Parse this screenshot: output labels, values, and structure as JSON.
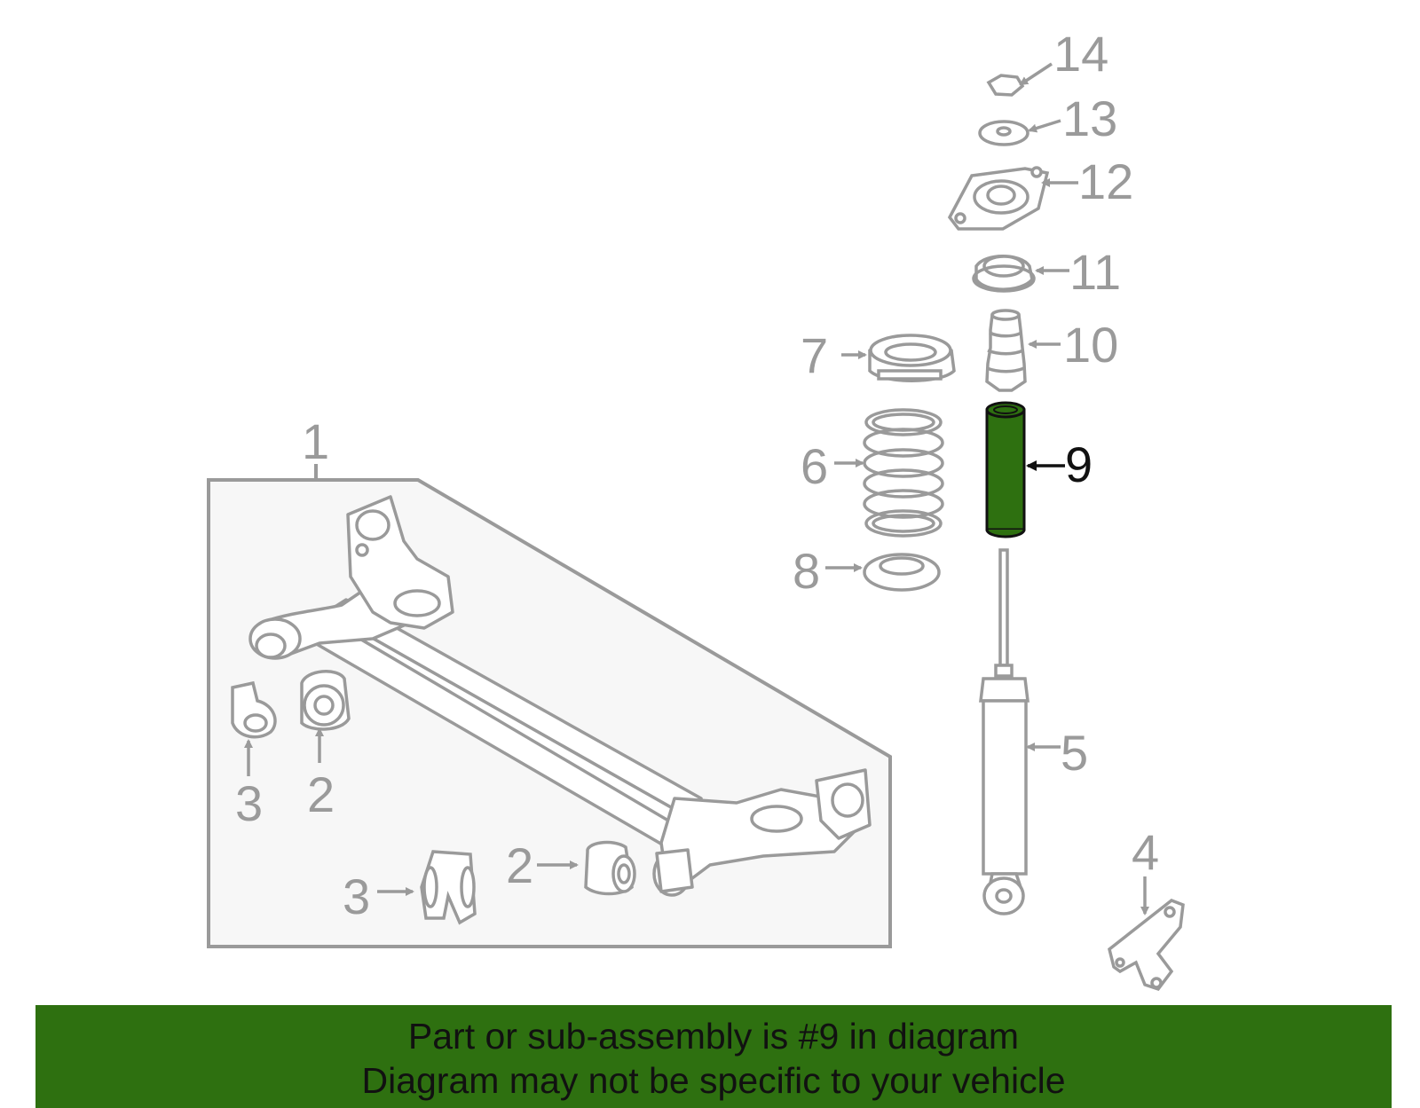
{
  "callouts": [
    {
      "id": "1",
      "text": "1"
    },
    {
      "id": "2a",
      "text": "2"
    },
    {
      "id": "2b",
      "text": "2"
    },
    {
      "id": "3a",
      "text": "3"
    },
    {
      "id": "3b",
      "text": "3"
    },
    {
      "id": "4",
      "text": "4"
    },
    {
      "id": "5",
      "text": "5"
    },
    {
      "id": "6",
      "text": "6"
    },
    {
      "id": "7",
      "text": "7"
    },
    {
      "id": "8",
      "text": "8"
    },
    {
      "id": "9",
      "text": "9"
    },
    {
      "id": "10",
      "text": "10"
    },
    {
      "id": "11",
      "text": "11"
    },
    {
      "id": "12",
      "text": "12"
    },
    {
      "id": "13",
      "text": "13"
    },
    {
      "id": "14",
      "text": "14"
    }
  ],
  "highlight_part": "9",
  "banner": {
    "line1": "Part or sub-assembly is #9 in diagram",
    "line2": "Diagram may not be specific to your vehicle"
  },
  "colors": {
    "line": "#9a9a9a",
    "highlight": "#2e7010",
    "text": "#111111",
    "box_fill": "#f7f7f7"
  }
}
